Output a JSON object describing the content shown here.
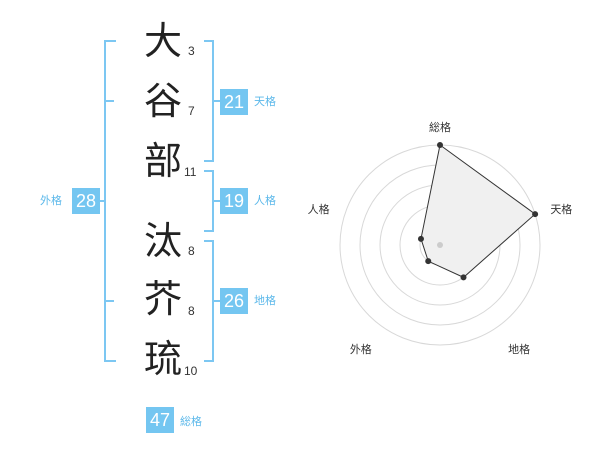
{
  "name": {
    "chars": [
      {
        "char": "大",
        "strokes": "3"
      },
      {
        "char": "谷",
        "strokes": "7"
      },
      {
        "char": "部",
        "strokes": "11"
      },
      {
        "char": "汰",
        "strokes": "8"
      },
      {
        "char": "芥",
        "strokes": "8"
      },
      {
        "char": "琉",
        "strokes": "10"
      }
    ]
  },
  "fortunes": {
    "tenkaku": {
      "value": "21",
      "label": "天格"
    },
    "jinkaku": {
      "value": "19",
      "label": "人格"
    },
    "chikaku": {
      "value": "26",
      "label": "地格"
    },
    "gaikaku": {
      "value": "28",
      "label": "外格"
    },
    "soukaku": {
      "value": "47",
      "label": "総格"
    }
  },
  "colors": {
    "accent": "#74c6f1",
    "bracket": "#7cc7f2",
    "fill": "#f0f0f0"
  },
  "chart_data": {
    "type": "radar",
    "axes": [
      "総格",
      "天格",
      "地格",
      "外格",
      "人格"
    ],
    "values": [
      5,
      5,
      2,
      1,
      1
    ],
    "max": 5,
    "rings": 5
  }
}
